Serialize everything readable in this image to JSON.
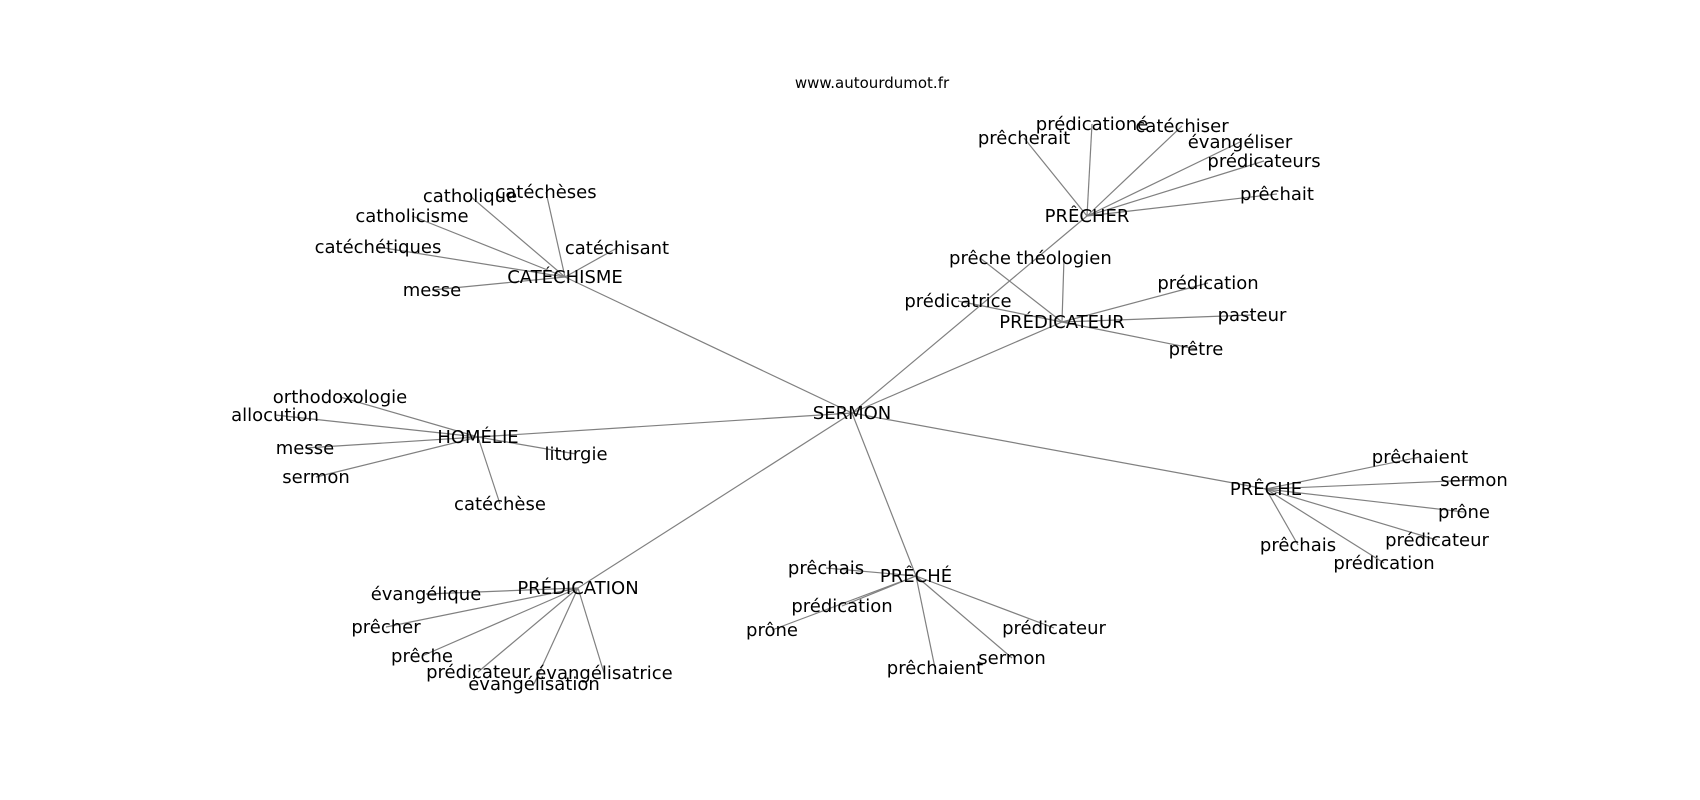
{
  "site": "www.autourdumot.fr",
  "colors": {
    "edge": "#808080",
    "text": "#000000",
    "background": "#ffffff"
  },
  "graph": {
    "center": "SERMON",
    "hubs": [
      {
        "id": "hub-catechisme",
        "label": "CATÉCHISME",
        "leaves": [
          "catholique",
          "catéchèses",
          "catholicisme",
          "catéchisant",
          "catéchétiques",
          "messe"
        ]
      },
      {
        "id": "hub-homelie",
        "label": "HOMÉLIE",
        "leaves": [
          "orthodoxologie",
          "allocution",
          "messe",
          "liturgie",
          "sermon",
          "catéchèse"
        ]
      },
      {
        "id": "hub-predication",
        "label": "PRÉDICATION",
        "leaves": [
          "évangélique",
          "prêcher",
          "prêche",
          "prédicateur",
          "évangélisatrice",
          "évangélisation"
        ]
      },
      {
        "id": "hub-preche-accent",
        "label": "PRÊCHÉ",
        "leaves": [
          "prêchais",
          "prédication",
          "prône",
          "prédicateur",
          "sermon",
          "prêchaient"
        ]
      },
      {
        "id": "hub-preche",
        "label": "PRÊCHE",
        "leaves": [
          "prêchaient",
          "sermon",
          "prône",
          "prédicateur",
          "prêchais",
          "prédication"
        ]
      },
      {
        "id": "hub-predicateur",
        "label": "PRÉDICATEUR",
        "leaves": [
          "prêche",
          "théologien",
          "prédication",
          "prédicatrice",
          "pasteur",
          "prêtre"
        ]
      },
      {
        "id": "hub-precher",
        "label": "PRÊCHER",
        "leaves": [
          "prédicationé",
          "catéchiser",
          "prêcherait",
          "évangéliser",
          "prédicateurs",
          "prêchait"
        ]
      }
    ]
  }
}
